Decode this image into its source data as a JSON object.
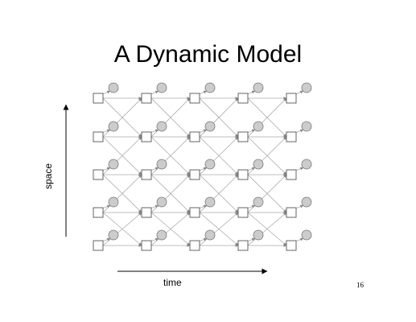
{
  "slide": {
    "title": "A Dynamic Model",
    "time_label": "time",
    "space_label": "space",
    "page_number": "16"
  },
  "diagram": {
    "columns": 5,
    "rows": 5,
    "node_shapes": [
      "square",
      "circle"
    ],
    "colors": {
      "square_fill": "#ffffff",
      "square_stroke": "#555555",
      "circle_fill": "#cccccc",
      "circle_stroke": "#777777",
      "edge": "#aaaaaa",
      "axis": "#000000"
    }
  }
}
